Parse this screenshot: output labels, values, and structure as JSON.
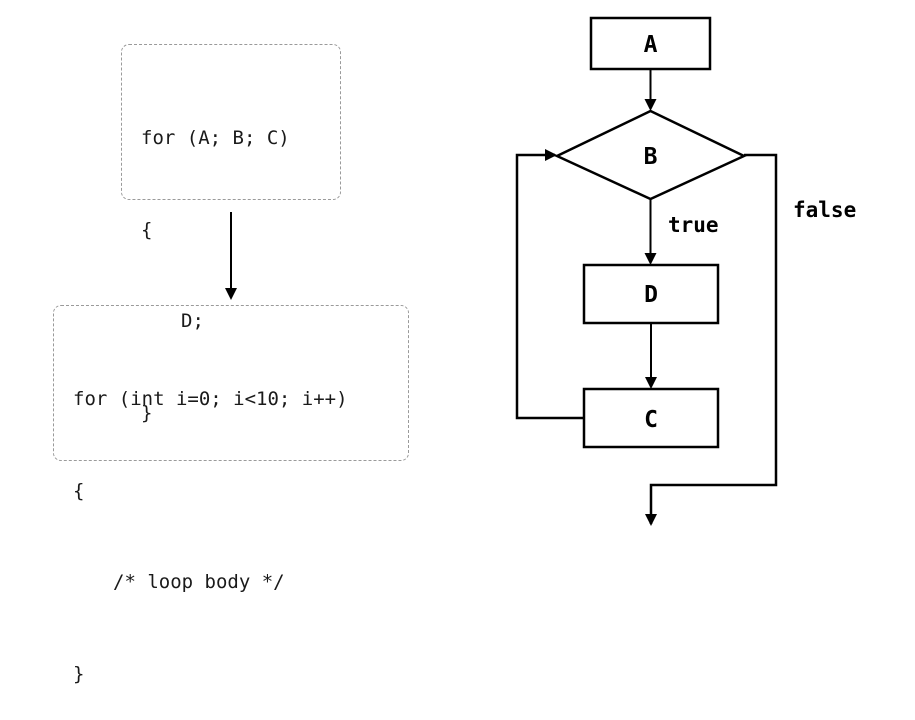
{
  "code_template": {
    "lines": [
      "for (A; B; C)",
      "{",
      "D;",
      "}"
    ]
  },
  "code_example": {
    "lines": [
      "for (int i=0; i<10; i++)",
      "{",
      "/* loop body */",
      "}"
    ]
  },
  "flowchart": {
    "node_a": "A",
    "node_b": "B",
    "node_c": "C",
    "node_d": "D",
    "edge_true": "true",
    "edge_false": "false"
  }
}
